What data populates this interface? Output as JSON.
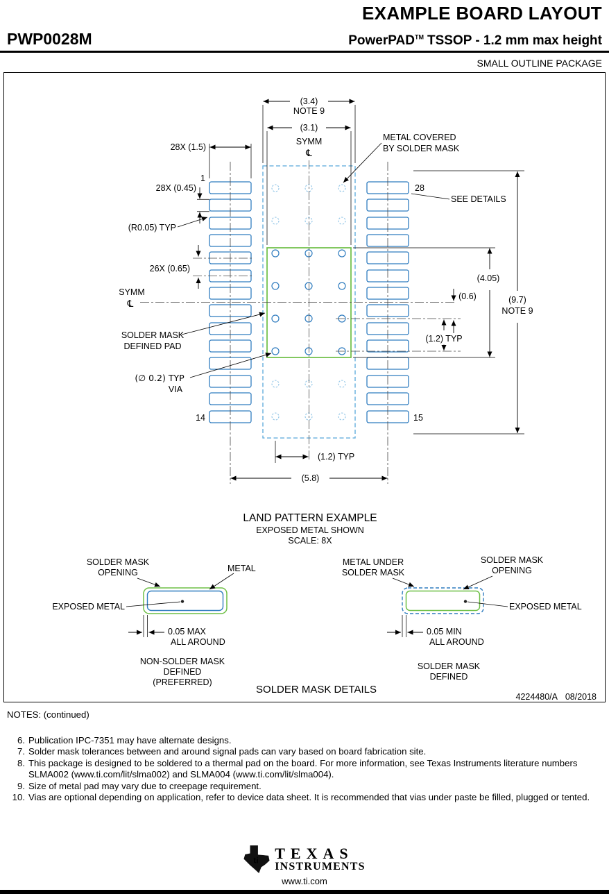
{
  "header": {
    "title": "EXAMPLE BOARD LAYOUT",
    "part_number": "PWP0028M",
    "package_brand": "PowerPAD",
    "package_tm": "TM",
    "package_desc": "TSSOP - 1.2 mm max height",
    "subtitle": "SMALL OUTLINE PACKAGE"
  },
  "drawing": {
    "labels": {
      "dim_3_4": "(3.4)",
      "note9_top": "NOTE 9",
      "dim_3_1": "(3.1)",
      "symm_top": "SYMM",
      "cl_top": "℄",
      "metal_covered_1": "METAL COVERED",
      "metal_covered_2": "BY SOLDER MASK",
      "dim_28x_1_5": "28X (1.5)",
      "pin_1": "1",
      "dim_28x_0_45": "28X (0.45)",
      "pin_28": "28",
      "see_details": "SEE DETAILS",
      "r0_05_typ": "(R0.05) TYP",
      "dim_26x_0_65": "26X (0.65)",
      "symm_left": "SYMM",
      "cl_left": "℄",
      "smd_pad_1": "SOLDER MASK",
      "smd_pad_2": "DEFINED PAD",
      "via_dia": "(∅ 0.2) TYP",
      "via_word": "VIA",
      "pin_14": "14",
      "pin_15": "15",
      "dim_4_05": "(4.05)",
      "dim_0_6": "(0.6)",
      "dim_9_7": "(9.7)",
      "note9_right": "NOTE 9",
      "dim_1_2_right": "(1.2) TYP",
      "dim_1_2_bottom": "(1.2) TYP",
      "dim_5_8": "(5.8)"
    },
    "caption": {
      "line1": "LAND PATTERN EXAMPLE",
      "line2": "EXPOSED METAL SHOWN",
      "line3": "SCALE: 8X"
    },
    "details": {
      "title": "SOLDER MASK DETAILS",
      "nsmd": {
        "label_opening_1": "SOLDER MASK",
        "label_opening_2": "OPENING",
        "label_metal": "METAL",
        "label_exposed": "EXPOSED METAL",
        "dim_line1": "0.05 MAX",
        "dim_line2": "ALL AROUND",
        "caption_1": "NON-SOLDER MASK",
        "caption_2": "DEFINED",
        "caption_3": "(PREFERRED)"
      },
      "smd": {
        "label_metal_1": "METAL UNDER",
        "label_metal_2": "SOLDER MASK",
        "label_opening_1": "SOLDER MASK",
        "label_opening_2": "OPENING",
        "label_exposed": "EXPOSED METAL",
        "dim_line1": "0.05 MIN",
        "dim_line2": "ALL AROUND",
        "caption_1": "SOLDER MASK",
        "caption_2": "DEFINED"
      }
    },
    "doc_number": "4224480/A",
    "doc_date": "08/2018"
  },
  "notes": {
    "heading": "NOTES: (continued)",
    "items": [
      {
        "num": "6.",
        "text": "Publication IPC-7351 may have alternate designs."
      },
      {
        "num": "7.",
        "text": "Solder mask tolerances between and around signal pads can vary based on board fabrication site."
      },
      {
        "num": "8.",
        "text": "This package is designed to be soldered to a thermal pad on the board. For more information, see Texas Instruments literature numbers SLMA002 (www.ti.com/lit/slma002) and SLMA004 (www.ti.com/lit/slma004)."
      },
      {
        "num": "9.",
        "text": "Size of metal pad may vary due to creepage requirement."
      },
      {
        "num": "10.",
        "text": "Vias are optional depending on application, refer to device data sheet. It is recommended that vias under paste be filled, plugged or tented."
      }
    ]
  },
  "footer": {
    "logo_monogram": "ti",
    "brand_line1": "TEXAS",
    "brand_line2": "INSTRUMENTS",
    "url": "www.ti.com"
  },
  "colors": {
    "metal_blue": "#2f7cbf",
    "mask_blue": "#58a8da",
    "opening_green": "#6dbf45"
  }
}
